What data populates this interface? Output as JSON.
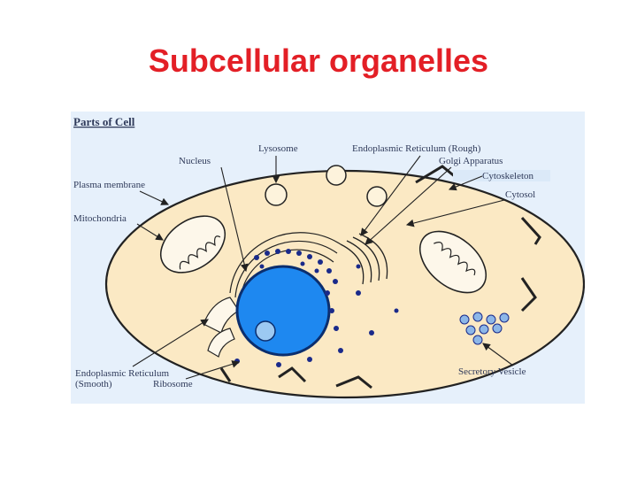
{
  "slide": {
    "title": "Subcellular organelles"
  },
  "diagram": {
    "heading": "Parts of Cell",
    "labels": {
      "lysosome": "Lysosome",
      "er_rough": "Endoplasmic Reticulum (Rough)",
      "golgi": "Golgi Apparatus",
      "cytoskeleton": "Cytoskeleton",
      "nucleus": "Nucleus",
      "plasma_membrane": "Plasma membrane",
      "cytosol": "Cytosol",
      "mitochondria": "Mitochondria",
      "er_smooth_1": "Endoplasmic Reticulum",
      "er_smooth_2": "(Smooth)",
      "ribosome": "Ribosome",
      "secretory_vesicle": "Secretory Vesicle"
    },
    "colors": {
      "background": "#e6f0fb",
      "cytoplasm": "#fbe9c4",
      "nucleus": "#1e88f0",
      "nucleolus": "#9cc9f2",
      "ribosome": "#1a2a8a",
      "vesicle": "#8db7e8",
      "title": "#e31f26"
    }
  }
}
